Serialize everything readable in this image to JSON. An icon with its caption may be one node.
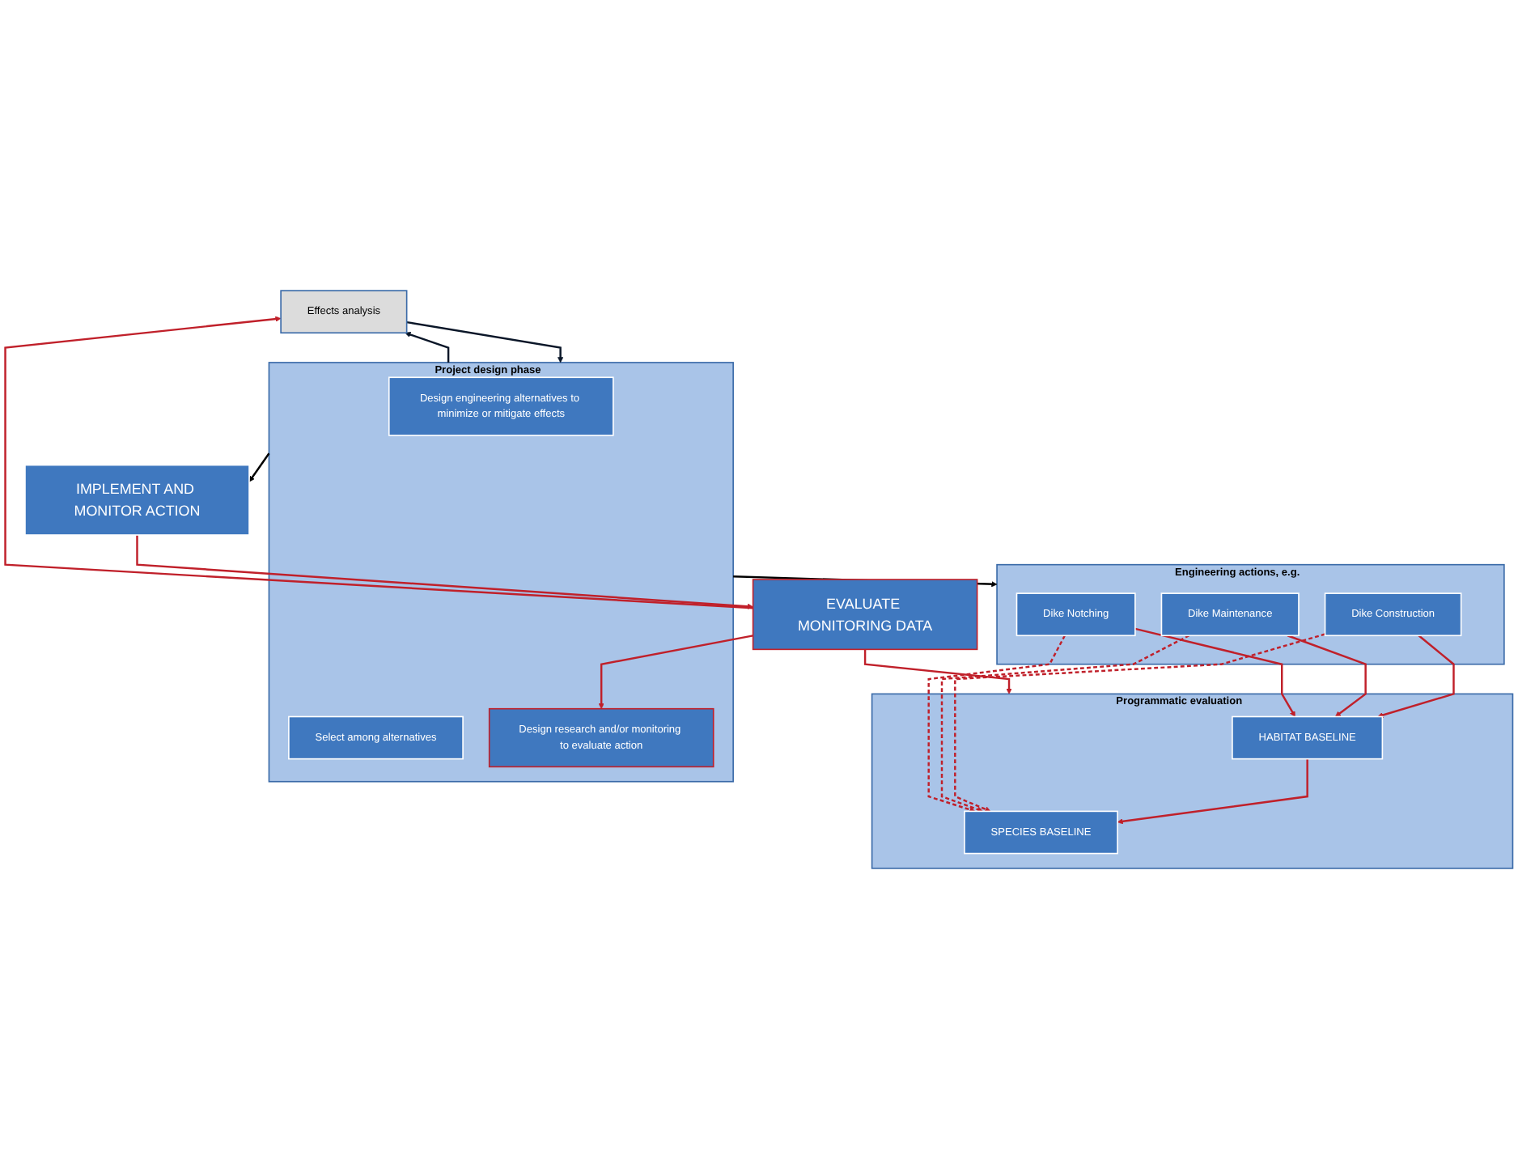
{
  "diagram": {
    "nodes": [
      {
        "text": [
          "Programmatic evaluation"
        ]
      },
      {
        "text": [
          "HABITAT BASELINE"
        ],
        "in": 0
      },
      {
        "text": [
          "SPECIES BASELINE"
        ],
        "in": 0
      },
      {
        "text": [
          "Effects analysis"
        ]
      },
      {
        "text": [
          "Engineering actions, e.g."
        ]
      },
      {
        "text": [
          "Dike Construction"
        ],
        "in": 4
      },
      {
        "text": [
          "Dike Maintenance"
        ],
        "in": 4
      },
      {
        "text": [
          "Dike Notching"
        ],
        "in": 4
      },
      {
        "text": [
          "EVALUATE MONITORING DATA"
        ]
      },
      {
        "text": [
          "Project design phase"
        ]
      },
      {
        "text": [
          "Design engineering alternatives to minimize or mitigate effects"
        ],
        "in": 9
      },
      {
        "text": [
          "Select among alternatives"
        ],
        "in": 9
      },
      {
        "text": [
          "Design research and/or monitoring to evaluate action"
        ],
        "in": 9
      },
      {
        "text": [
          "IMPLEMENT AND MONITOR ACTION"
        ]
      }
    ],
    "edges": [
      {
        "from": 1,
        "to": 2,
        "arrow": "to"
      },
      {
        "from": 5,
        "to": 1,
        "arrow": "to"
      },
      {
        "from": 5,
        "to": 2,
        "arrow": "to",
        "style": "dashed"
      },
      {
        "from": 6,
        "to": 1,
        "arrow": "to"
      },
      {
        "from": 6,
        "to": 2,
        "arrow": "to",
        "style": "dashed"
      },
      {
        "from": 7,
        "to": 1,
        "arrow": "to"
      },
      {
        "from": 7,
        "to": 2,
        "arrow": "to",
        "style": "dashed"
      },
      {
        "from": 8,
        "to": 0,
        "arrow": "to"
      },
      {
        "from": 8,
        "to": 3,
        "arrow": "to"
      },
      {
        "from": 9,
        "to": 3,
        "arrow": "to",
        "color": "#0a1628"
      },
      {
        "from": 3,
        "to": 9,
        "arrow": "to",
        "color": "#0a1628"
      },
      {
        "from": 9,
        "to": 4,
        "arrow": "to",
        "color": "#000000"
      },
      {
        "from": 8,
        "to": 12,
        "arrow": "to"
      },
      {
        "from": 9,
        "to": 13,
        "arrow": "to",
        "color": "#000000"
      },
      {
        "from": 13,
        "to": 8,
        "arrow": "to"
      }
    ]
  }
}
